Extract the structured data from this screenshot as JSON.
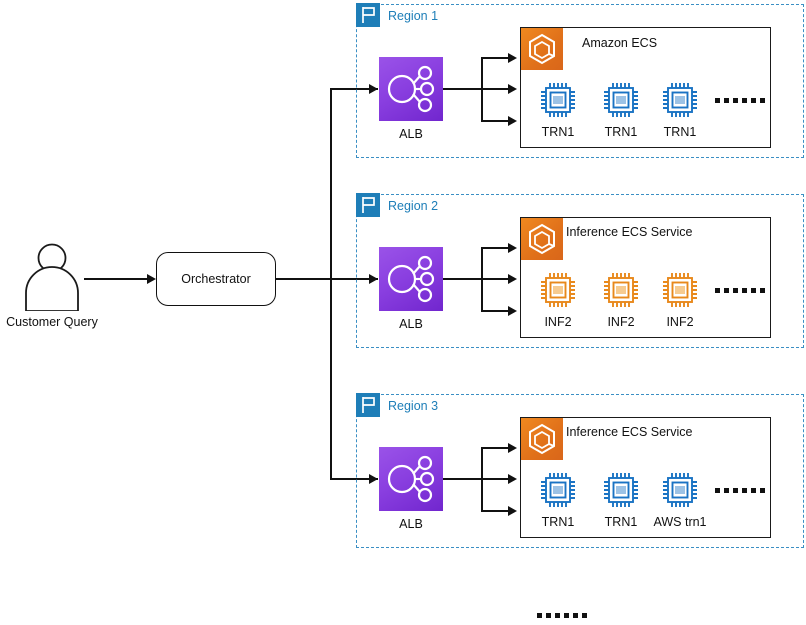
{
  "diagram": {
    "title_visible": false,
    "colors": {
      "region_border": "#3B8FC4",
      "region_label": "#1E7EB8",
      "region_flag_bg": "#1E7EB8",
      "ecs_orange": "#E0701A",
      "alb_purple": "#8A3FE0",
      "chip_blue": "#1A73C4",
      "chip_orange": "#E8891C",
      "line": "#111111"
    }
  },
  "actor": {
    "icon": "user-icon",
    "label": "Customer Query"
  },
  "orchestrator": {
    "label": "Orchestrator"
  },
  "regions": [
    {
      "id": "region-1",
      "flag_icon": "region-flag-icon",
      "label": "Region 1",
      "alb": {
        "icon": "alb-icon",
        "label": "ALB"
      },
      "service": {
        "icon": "ecs-icon",
        "title": "Amazon ECS",
        "instances": [
          {
            "icon": "chip-icon",
            "label": "TRN1",
            "color": "blue"
          },
          {
            "icon": "chip-icon",
            "label": "TRN1",
            "color": "blue"
          },
          {
            "icon": "chip-icon",
            "label": "TRN1",
            "color": "blue"
          }
        ],
        "ellipsis": "......"
      }
    },
    {
      "id": "region-2",
      "flag_icon": "region-flag-icon",
      "label": "Region 2",
      "alb": {
        "icon": "alb-icon",
        "label": "ALB"
      },
      "service": {
        "icon": "ecs-icon",
        "title": "Inference ECS Service",
        "instances": [
          {
            "icon": "chip-icon",
            "label": "INF2",
            "color": "orange"
          },
          {
            "icon": "chip-icon",
            "label": "INF2",
            "color": "orange"
          },
          {
            "icon": "chip-icon",
            "label": "INF2",
            "color": "orange"
          }
        ],
        "ellipsis": "......"
      }
    },
    {
      "id": "region-3",
      "flag_icon": "region-flag-icon",
      "label": "Region 3",
      "alb": {
        "icon": "alb-icon",
        "label": "ALB"
      },
      "service": {
        "icon": "ecs-icon",
        "title": "Inference ECS Service",
        "instances": [
          {
            "icon": "chip-icon",
            "label": "TRN1",
            "color": "blue"
          },
          {
            "icon": "chip-icon",
            "label": "TRN1",
            "color": "blue"
          },
          {
            "icon": "chip-icon",
            "label": "AWS trn1",
            "color": "blue"
          }
        ],
        "ellipsis": "......"
      }
    }
  ],
  "more_regions_ellipsis": "......"
}
